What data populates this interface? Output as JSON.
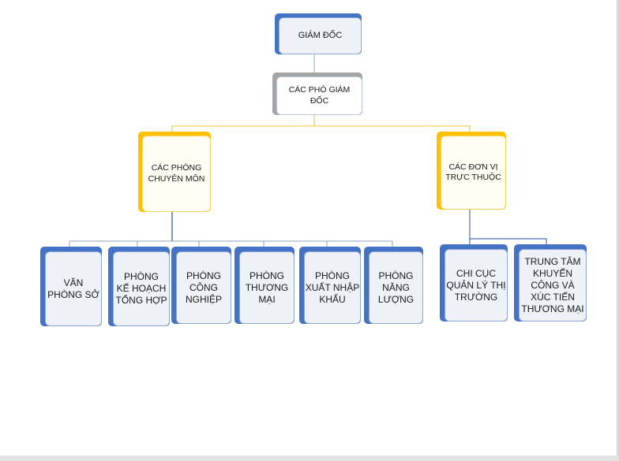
{
  "director": {
    "label": "GIÁM ĐỐC"
  },
  "deputy_directors": {
    "label": "CÁC PHÓ GIÁM\nĐỐC"
  },
  "departments_group": {
    "label": "CÁC PHÒNG\nCHUYÊN MÔN"
  },
  "affiliated_units_group": {
    "label": "CÁC ĐƠN VỊ\nTRỰC THUỘC"
  },
  "departments": [
    {
      "label": "VĂN\nPHÒNG SỞ"
    },
    {
      "label": "PHÒNG\nKẾ HOẠCH\nTỔNG HỢP"
    },
    {
      "label": "PHÒNG\nCÔNG\nNGHIỆP"
    },
    {
      "label": "PHÒNG\nTHƯƠNG\nMẠI"
    },
    {
      "label": "PHÒNG\nXUẤT NHẬP\nKHẨU"
    },
    {
      "label": "PHÒNG\nNĂNG\nLƯỢNG"
    }
  ],
  "affiliated_units": [
    {
      "label": "CHI CỤC\nQUẢN LÝ THỊ\nTRƯỜNG"
    },
    {
      "label": "TRUNG TÂM\nKHUYẾN\nCÔNG VÀ\nXÚC TIẾN\nTHƯƠNG MẠI"
    }
  ],
  "colors": {
    "blue_accent": "#4472c4",
    "gray_accent": "#a5a5a5",
    "gold_accent": "#ffc000",
    "gold_connector": "#f2c12e",
    "blue_connector": "#4a72b8"
  }
}
